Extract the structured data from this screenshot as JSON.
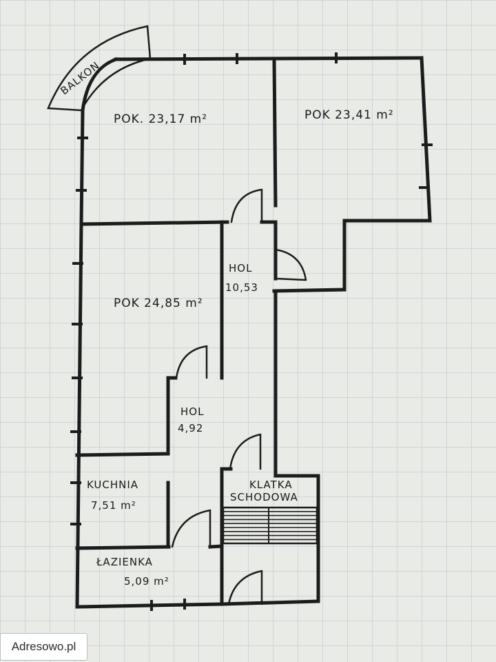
{
  "rooms": {
    "balcony": "BALKON",
    "room1": "POK. 23,17 m²",
    "room2": "POK 23,41 m²",
    "room3": "POK 24,85 m²",
    "hall1_name": "HOL",
    "hall1_area": "10,53",
    "hall2_name": "HOL",
    "hall2_area": "4,92",
    "kitchen_name": "KUCHNIA",
    "kitchen_area": "7,51 m²",
    "bathroom_name": "ŁAZIENKA",
    "bathroom_area": "5,09 m²",
    "stair_line1": "KLATKA",
    "stair_line2": "SCHODOWA"
  },
  "watermark": "Adresowo.pl",
  "colors": {
    "ink": "#1c1c1c",
    "paper": "#e9ebe6",
    "grid": "#b9bfcc"
  }
}
